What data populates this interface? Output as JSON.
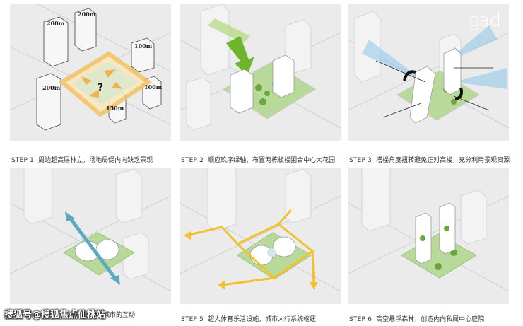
{
  "logo": "gad",
  "watermark": "搜狐号@搜狐焦点仙桃站",
  "panels": [
    {
      "step": "STEP 1",
      "text": "周边超高层林立，场地局促内向缺乏景观",
      "heights": [
        "200m",
        "200m",
        "100m",
        "200m",
        "100m",
        "150m"
      ],
      "mark": "?"
    },
    {
      "step": "STEP 2",
      "text": "顺应玖序绿轴，布置两栋板楼围合中心大花园"
    },
    {
      "step": "STEP 3",
      "text": "塔楼角度扭转避免正对高楼，充分利用景观资源"
    },
    {
      "step": "",
      "text": "调与城市的互动"
    },
    {
      "step": "STEP 5",
      "text": "超大体育乐活设施，城市人行系统枢纽"
    },
    {
      "step": "STEP 6",
      "text": "高空悬浮森林，创造内向私属中心庭院"
    }
  ]
}
